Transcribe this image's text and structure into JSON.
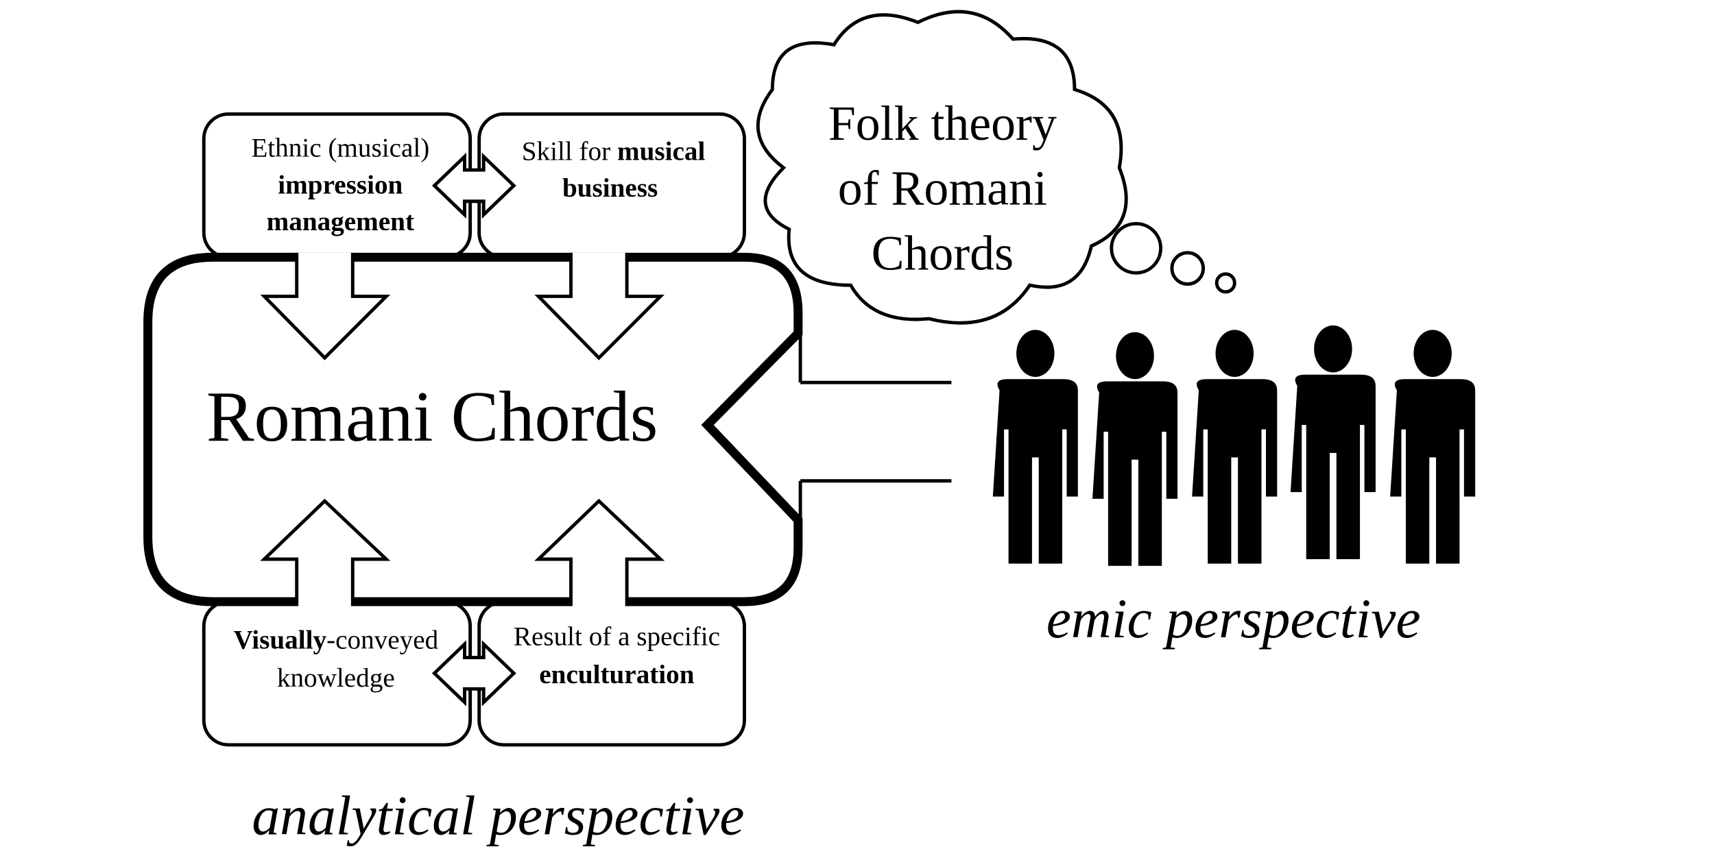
{
  "center": {
    "title": "Romani Chords"
  },
  "top_left_box": {
    "line1": "Ethnic (musical)",
    "line2": "impression",
    "line3": "management"
  },
  "top_right_box": {
    "line1_prefix": "Skill for ",
    "line1_bold": "musical",
    "line2": "business"
  },
  "bottom_left_box": {
    "line1_bold": "Visually",
    "line1_suffix": "-conveyed",
    "line2": "knowledge"
  },
  "bottom_right_box": {
    "line1": "Result of a specific",
    "line2": "enculturation"
  },
  "thought_cloud": {
    "line1": "Folk theory",
    "line2": "of Romani",
    "line3": "Chords"
  },
  "labels": {
    "emic": "emic perspective",
    "analytical": "analytical perspective"
  },
  "people_count": 5
}
